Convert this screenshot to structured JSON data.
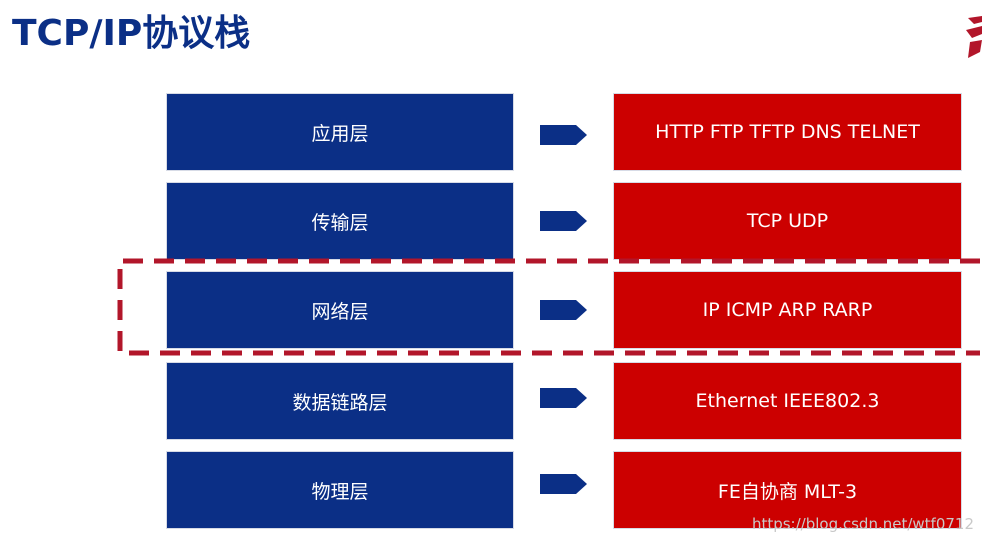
{
  "title": "TCP/IP协议栈",
  "colors": {
    "title": "#0b2f86",
    "layer_box": "#0b2f86",
    "protocol_box": "#cc0000",
    "arrow": "#0b2f86",
    "highlight_dash": "#b2162a",
    "watermark": "#c9c9c9"
  },
  "layers": [
    {
      "name": "应用层",
      "protocols": "HTTP FTP TFTP DNS TELNET"
    },
    {
      "name": "传输层",
      "protocols": "TCP UDP"
    },
    {
      "name": "网络层",
      "protocols": "IP ICMP ARP RARP"
    },
    {
      "name": "数据链路层",
      "protocols": "Ethernet IEEE802.3"
    },
    {
      "name": "物理层",
      "protocols": "FE自协商 MLT-3"
    }
  ],
  "highlighted_layer_index": 2,
  "logo": {
    "icon": "logo-mark-icon"
  },
  "watermark": "https://blog.csdn.net/wtf0712"
}
